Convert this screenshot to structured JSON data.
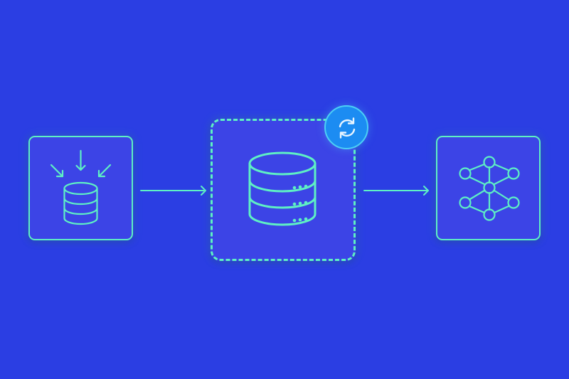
{
  "diagram": {
    "colors": {
      "background": "#2B3EE3",
      "node_fill": "#3C44E6",
      "accent": "#5EF0C4",
      "badge_fill": "#1C8CF2",
      "badge_ring": "#4CD0F5",
      "badge_icon": "#E8F4FF"
    },
    "nodes": [
      {
        "id": "ingest",
        "icon": "database-ingest-icon",
        "border": "solid"
      },
      {
        "id": "store",
        "icon": "database-server-icon",
        "border": "dashed",
        "badge": "sync-icon"
      },
      {
        "id": "graph",
        "icon": "network-graph-icon",
        "border": "solid"
      }
    ],
    "edges": [
      {
        "from": "ingest",
        "to": "store"
      },
      {
        "from": "store",
        "to": "graph"
      }
    ]
  }
}
